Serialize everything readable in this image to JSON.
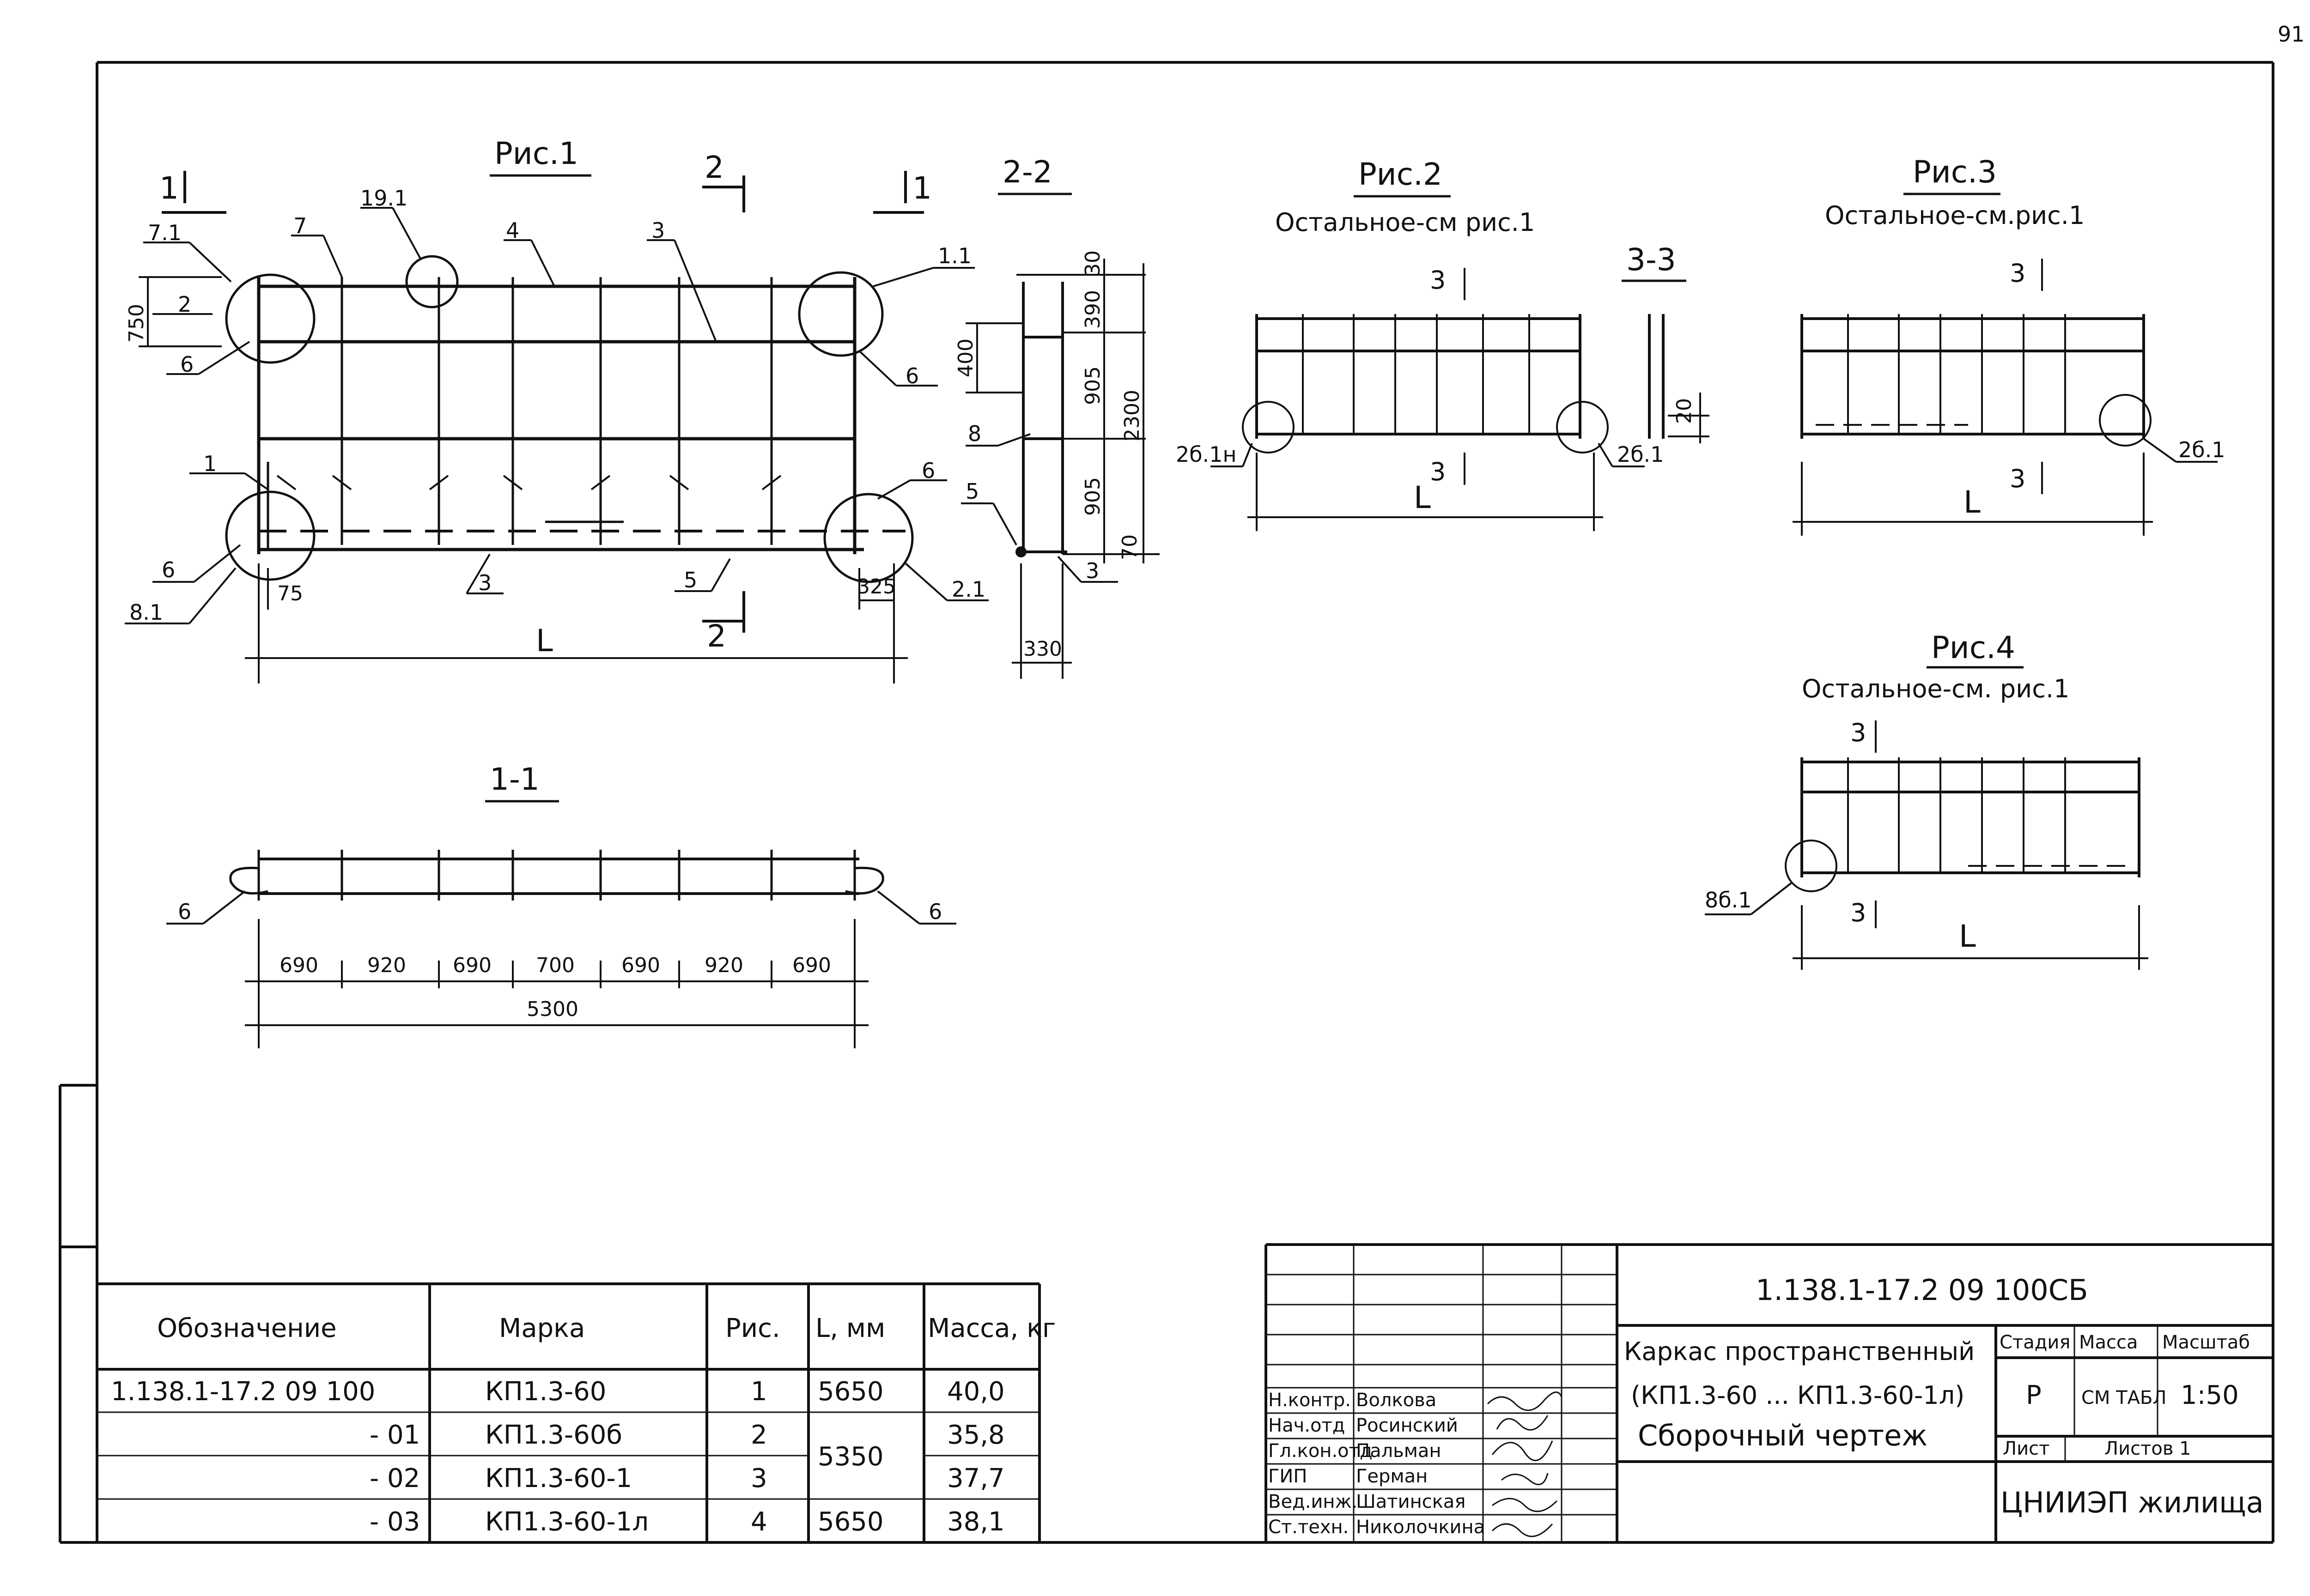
{
  "sheet_number": "91",
  "fig1": {
    "title": "Рис.1",
    "labels": {
      "sec1_left": "1",
      "sec1_right": "1",
      "sec2_top": "2",
      "sec2_bottom": "2",
      "l71": "7.1",
      "l7": "7",
      "l191": "19.1",
      "l4": "4",
      "l3a": "3",
      "l11": "1.1",
      "l2": "2",
      "l6a": "6",
      "l6b": "6",
      "l6c": "6",
      "l6d": "6",
      "l1": "1",
      "l81": "8.1",
      "l3b": "3",
      "l5": "5",
      "l21": "2.1"
    },
    "dims": {
      "d750": "750",
      "d75": "75",
      "d325": "325",
      "L": "L"
    }
  },
  "sec22": {
    "title": "2-2",
    "dims": {
      "d30": "30",
      "d390": "390",
      "d905a": "905",
      "d905b": "905",
      "d70": "70",
      "d2300": "2300",
      "d400": "400",
      "d330": "330"
    },
    "labels": {
      "l8": "8",
      "l5": "5",
      "l3": "3"
    }
  },
  "fig2": {
    "title": "Рис.2",
    "subtitle": "Остальное-см рис.1",
    "cut_top": "3",
    "cut_bottom": "3",
    "left": "2б.1н",
    "right": "2б.1",
    "L": "L"
  },
  "sec33": {
    "title": "3-3",
    "dim": "20"
  },
  "fig3": {
    "title": "Рис.3",
    "subtitle": "Остальное-см.рис.1",
    "cut_top": "3",
    "cut_bottom": "3",
    "right": "2б.1",
    "L": "L"
  },
  "fig4": {
    "title": "Рис.4",
    "subtitle": "Остальное-см. рис.1",
    "cut_top": "3",
    "cut_bottom": "3",
    "left": "8б.1",
    "L": "L"
  },
  "sec11": {
    "title": "1-1",
    "left": "6",
    "right": "6",
    "spacings": [
      "690",
      "920",
      "690",
      "700",
      "690",
      "920",
      "690"
    ],
    "total": "5300"
  },
  "spec_table": {
    "headers": [
      "Обозначение",
      "Марка",
      "Рис.",
      "L, мм",
      "Масса, кг"
    ],
    "rows": [
      {
        "designation": "1.138.1-17.2 09 100",
        "mark": "КП1.3-60",
        "fig": "1",
        "length": "5650",
        "mass": "40,0"
      },
      {
        "designation": "- 01",
        "mark": "КП1.3-60б",
        "fig": "2",
        "length": "5350",
        "mass": "35,8"
      },
      {
        "designation": "- 02",
        "mark": "КП1.3-60-1",
        "fig": "3",
        "length": "",
        "mass": "37,7"
      },
      {
        "designation": "- 03",
        "mark": "КП1.3-60-1л",
        "fig": "4",
        "length": "5650",
        "mass": "38,1"
      }
    ]
  },
  "title_block": {
    "code": "1.138.1-17.2   09 100СБ",
    "name_line1": "Каркас пространственный",
    "name_line2": "(КП1.3-60 ... КП1.3-60-1л)",
    "name_line3": "Сборочный чертеж",
    "col_stage": "Стадия",
    "col_mass": "Масса",
    "col_scale": "Масштаб",
    "stage": "Р",
    "mass": "СМ ТАБЛ",
    "scale": "1:50",
    "sheet_label": "Лист",
    "sheets_label": "Листов 1",
    "org": "ЦНИИЭП жилища",
    "signers": [
      {
        "role": "Н.контр.",
        "name": "Волкова"
      },
      {
        "role": "Нач.отд",
        "name": "Росинский"
      },
      {
        "role": "Гл.кон.отд",
        "name": "Пальман"
      },
      {
        "role": "ГИП",
        "name": "Герман"
      },
      {
        "role": "Вед.инж.",
        "name": "Шатинская"
      },
      {
        "role": "Ст.техн.",
        "name": "Николочкина"
      }
    ]
  }
}
